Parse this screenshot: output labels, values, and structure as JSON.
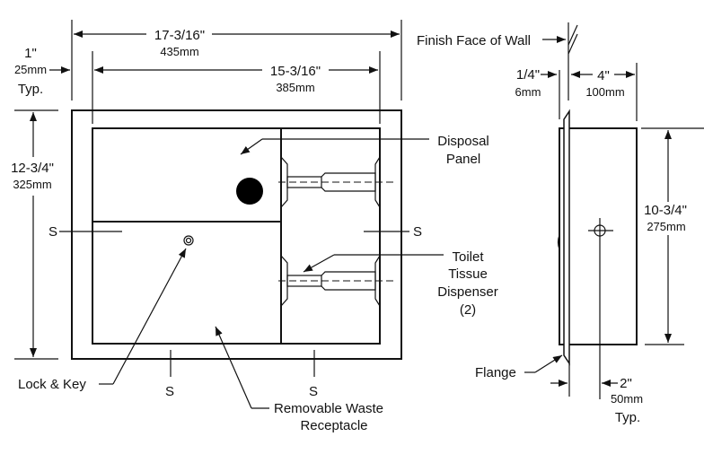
{
  "dimensions": {
    "overall_width": {
      "in": "17-3/16\"",
      "mm": "435mm"
    },
    "inner_width": {
      "in": "15-3/16\"",
      "mm": "385mm"
    },
    "flange": {
      "in": "1\"",
      "mm": "25mm",
      "note": "Typ."
    },
    "overall_height": {
      "in": "12-3/4\"",
      "mm": "325mm"
    },
    "flange_depth": {
      "in": "1/4\"",
      "mm": "6mm"
    },
    "depth": {
      "in": "4\"",
      "mm": "100mm"
    },
    "body_height": {
      "in": "10-3/4\"",
      "mm": "275mm"
    },
    "offset": {
      "in": "2\"",
      "mm": "50mm",
      "note": "Typ."
    }
  },
  "labels": {
    "finish_face": "Finish Face of Wall",
    "disposal_1": "Disposal",
    "disposal_2": "Panel",
    "toilet_1": "Toilet",
    "toilet_2": "Tissue",
    "toilet_3": "Dispenser",
    "toilet_4": "(2)",
    "lock": "Lock & Key",
    "waste_1": "Removable Waste",
    "waste_2": "Receptacle",
    "flange": "Flange",
    "s": "S"
  }
}
